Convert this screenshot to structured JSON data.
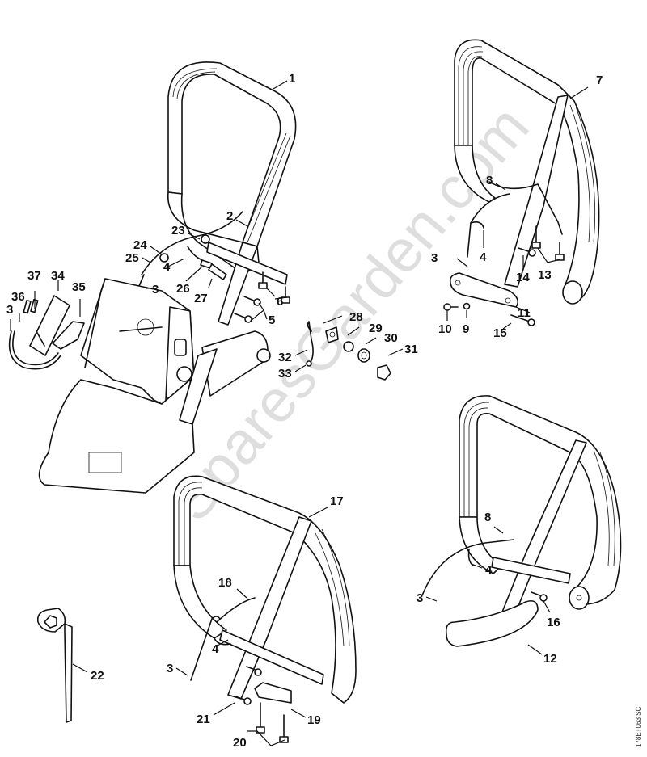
{
  "diagram": {
    "title": "Handlebar / Handle frame exploded parts diagram",
    "watermark": "SparesGarden.com",
    "drawing_code": "178ET063 SC",
    "colors": {
      "line": "#111111",
      "background": "#ffffff",
      "watermark": "#b8b8b8"
    }
  },
  "callouts": [
    {
      "id": "c1",
      "label": "1"
    },
    {
      "id": "c2",
      "label": "2"
    },
    {
      "id": "c3a",
      "label": "3"
    },
    {
      "id": "c3b",
      "label": "3"
    },
    {
      "id": "c3c",
      "label": "3"
    },
    {
      "id": "c3d",
      "label": "3"
    },
    {
      "id": "c3e",
      "label": "3"
    },
    {
      "id": "c4a",
      "label": "4"
    },
    {
      "id": "c4b",
      "label": "4"
    },
    {
      "id": "c4c",
      "label": "4"
    },
    {
      "id": "c4d",
      "label": "4"
    },
    {
      "id": "c5",
      "label": "5"
    },
    {
      "id": "c6",
      "label": "6"
    },
    {
      "id": "c7",
      "label": "7"
    },
    {
      "id": "c8a",
      "label": "8"
    },
    {
      "id": "c8b",
      "label": "8"
    },
    {
      "id": "c9",
      "label": "9"
    },
    {
      "id": "c10",
      "label": "10"
    },
    {
      "id": "c11",
      "label": "11"
    },
    {
      "id": "c12",
      "label": "12"
    },
    {
      "id": "c13",
      "label": "13"
    },
    {
      "id": "c14",
      "label": "14"
    },
    {
      "id": "c15",
      "label": "15"
    },
    {
      "id": "c16",
      "label": "16"
    },
    {
      "id": "c17",
      "label": "17"
    },
    {
      "id": "c18",
      "label": "18"
    },
    {
      "id": "c19",
      "label": "19"
    },
    {
      "id": "c20",
      "label": "20"
    },
    {
      "id": "c21",
      "label": "21"
    },
    {
      "id": "c22",
      "label": "22"
    },
    {
      "id": "c23",
      "label": "23"
    },
    {
      "id": "c24",
      "label": "24"
    },
    {
      "id": "c25",
      "label": "25"
    },
    {
      "id": "c26",
      "label": "26"
    },
    {
      "id": "c27",
      "label": "27"
    },
    {
      "id": "c28",
      "label": "28"
    },
    {
      "id": "c29",
      "label": "29"
    },
    {
      "id": "c30",
      "label": "30"
    },
    {
      "id": "c31",
      "label": "31"
    },
    {
      "id": "c32",
      "label": "32"
    },
    {
      "id": "c33",
      "label": "33"
    },
    {
      "id": "c34",
      "label": "34"
    },
    {
      "id": "c35",
      "label": "35"
    },
    {
      "id": "c36",
      "label": "36"
    },
    {
      "id": "c37",
      "label": "37"
    }
  ]
}
